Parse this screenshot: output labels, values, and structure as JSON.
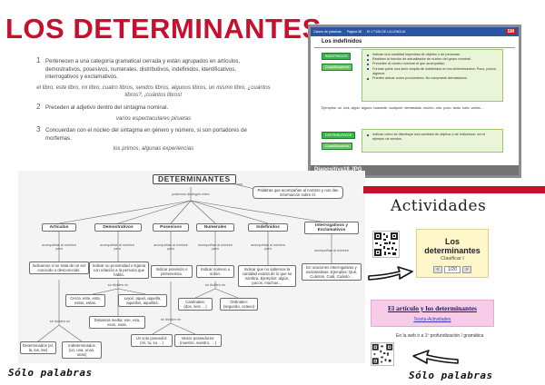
{
  "title": "LOS DETERMINANTES",
  "rules": [
    {
      "num": "1",
      "text": "Pertenecen a una categoría gramatical cerrada y están agrupados en artículos, demostrativos, posesivos, numerales, distributivos, indefinidos, identificativos, interrogativos y exclamativos.",
      "example": "el libro, este libro, mi libro, cuatro libros, sendos libros, algunos libros, un mismo libro, ¿cuántos libros?, ¡cuántos libros!"
    },
    {
      "num": "2",
      "text": "Preceden al adjetivo dentro del sintagma nominal.",
      "example": "varios espectaculares piruetas"
    },
    {
      "num": "3",
      "text": "Concuerdan con el núcleo del sintagma en género y número, si son portadores de morfemas.",
      "example": "los primos, algunas experiencias"
    }
  ],
  "slide": {
    "bar_left": "Clases de palabras",
    "bar_mid": "Página 38",
    "bar_right": "El 1.º DÍA DE LA LENGUA",
    "logo": "SM",
    "heading": "Los indefinidos",
    "b1": "INDEFINIDOS",
    "b2": "Cuantificadores",
    "b3": "DISTRIBUTIVOS",
    "b4": "Cuantificadores",
    "p1": [
      "Indican una cantidad imprecisa de objetos o de personas.",
      "Realizan la función de actualizador de núcleo del grupo nominal.",
      "Preceden al núcleo nominal al que acompañan.",
      "Forman parte una serie amplia de indefinidos en los determinantes: Poco, pocos, algunos.",
      "Pueden actuar como pronombres: No compraste demasiados."
    ],
    "ejemplos": "Ejemplos: un, una, algún, alguno, bastante, cualquier, demasiado, mucho, otro, poco, tanto, todo, varios…",
    "p2": [
      "Indican cómo se distribuye una cantidad de objetos o de individuos: ver el ejemplo de sendos."
    ],
    "caption": "Diapositiva18.JPG"
  },
  "cmap": {
    "main": "DETERMINANTES",
    "note": "Palabras que acompañan al nombre y nos dan información sobre él.",
    "link_note": "son",
    "link_top": "podemos distinguir entre",
    "cats": [
      "Artículos",
      "Demostrativos",
      "Posesivos",
      "Numerales",
      "Indefinidos",
      "Interrogativos y Exclamativos"
    ],
    "acomp": [
      "acompañan al nombre para",
      "acompañan al nombre para",
      "acompañan al nombre para",
      "acompañan al nombre para",
      "acompañan al nombre para",
      "acompañan al nombre"
    ],
    "desc": [
      "Indicarnos si se trata de un ser conocido o desconocido.",
      "Indicar su proximidad o lejanía con relación a la persona que habla.",
      "Indicar posesión o pertenencia.",
      "Indicar número u orden.",
      "Indicar que no sabemos la cantidad exacta de lo que se nombra. Ejemplos: algún, pocos, muchos…",
      "En oraciones interrogativas y exclamativas. Ejemplos: Qué, Cuántos, Cuál, Cuánto…"
    ],
    "divide": "se dividen en",
    "art_det": "Determinados (el, la, los, las)",
    "art_ind": "Indeterminados (un, una, unos, unas)",
    "dem_cerca": "Cerca: este, esta, estos, estas.",
    "dem_lejos": "Lejos: aquel, aquella, aquellos, aquellas.",
    "dem_dist": "Distancia media: ese, esa, esos, esas.",
    "pos_un": "Un solo poseedor: (mi, tu, su …)",
    "pos_var": "Varios poseedores: (nuestro, vuestro, …)",
    "num_card": "Cardinales: (dos, seis …)",
    "num_ord": "Ordinales: (segundo, octavo)"
  },
  "activities": {
    "title": "Actividades",
    "quiz_title": "Los determinantes",
    "quiz_sub": "Clasificar I",
    "quiz_prev": "<",
    "quiz_next": ">",
    "quiz_count": "1/20",
    "article_title": "El artículo y los determinantes",
    "article_link": "Teoría-Actividades",
    "web_note": "En la web ir a 1º profundización / gramática"
  },
  "logo_text": "Sólo palabras"
}
